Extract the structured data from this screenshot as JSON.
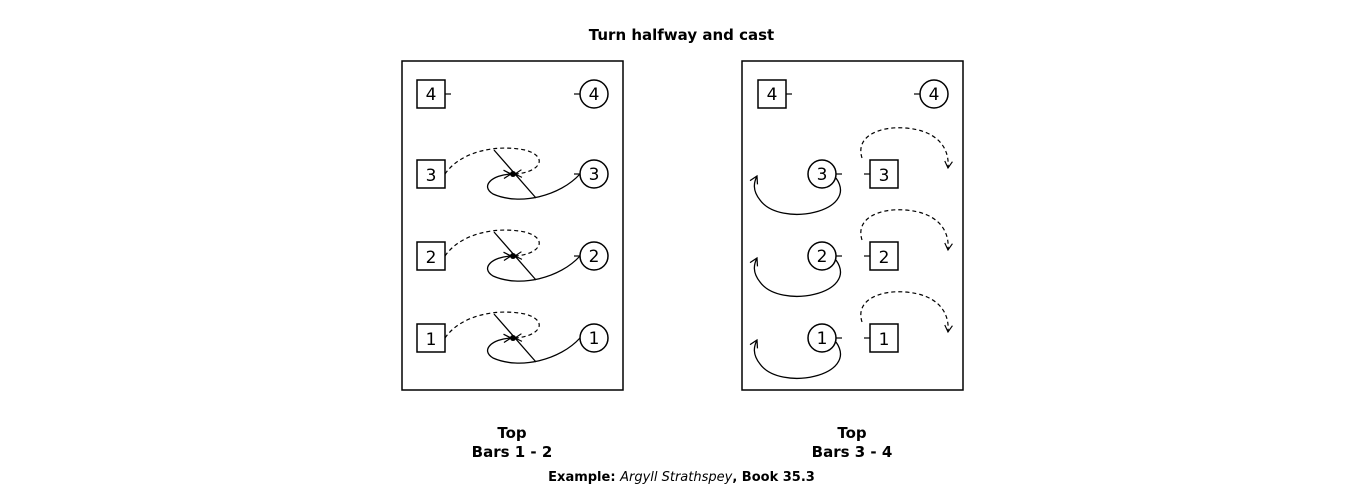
{
  "title": "Turn halfway and cast",
  "panels": [
    {
      "orientation": "Top",
      "bars": "Bars 1 - 2",
      "rows": [
        {
          "square": "4",
          "circle": "4"
        },
        {
          "square": "3",
          "circle": "3"
        },
        {
          "square": "2",
          "circle": "2"
        },
        {
          "square": "1",
          "circle": "1"
        }
      ]
    },
    {
      "orientation": "Top",
      "bars": "Bars 3 - 4",
      "rows": [
        {
          "circle": "3",
          "square": "3"
        },
        {
          "circle": "2",
          "square": "2"
        },
        {
          "circle": "1",
          "square": "1"
        }
      ],
      "top_row": {
        "square": "4",
        "circle": "4"
      }
    }
  ],
  "example": {
    "prefix": "Example:",
    "dance": "Argyll Strathspey",
    "suffix": ", Book 35.3"
  }
}
